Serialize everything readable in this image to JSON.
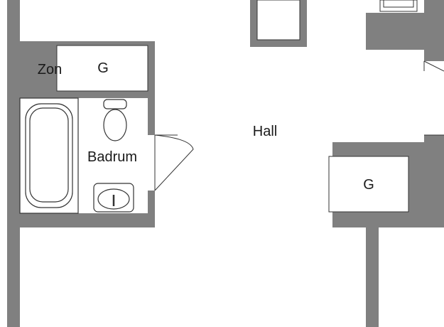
{
  "rooms": {
    "zon": "Zon",
    "badrum": "Badrum",
    "hall": "Hall",
    "g_left": "G",
    "g_right": "G"
  },
  "colors": {
    "wall": "#808080",
    "fixture_stroke": "#333333",
    "background": "#ffffff"
  }
}
